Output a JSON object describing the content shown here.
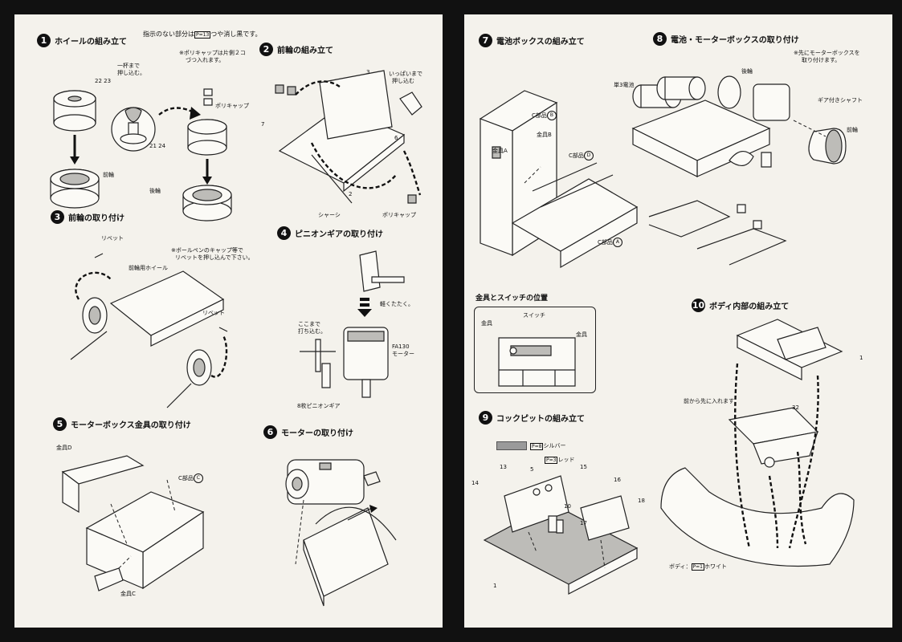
{
  "left_page": {
    "step1": {
      "number": "1",
      "title": "ホイールの組み立て"
    },
    "note_unspecified_prefix": "指示のない部分は",
    "note_unspecified_code": "P=13",
    "note_unspecified_suffix": "つや消し黒です。",
    "step1_labels": {
      "push_line1": "一杯まで",
      "push_line2": "押し込む。",
      "polycap_note1": "※ポリキャップは片側２コ",
      "polycap_note2": "づつ入れます。",
      "polycap": "ポリキャップ",
      "parts_front": "22 23",
      "parts_rear": "21 24",
      "front_wheel": "前輪",
      "rear_wheel": "後輪"
    },
    "step2": {
      "number": "2",
      "title": "前輪の組み立て"
    },
    "step2_labels": {
      "p3": "3",
      "p7": "7",
      "p6": "6",
      "p2": "2",
      "full_push1": "いっぱいまで",
      "full_push2": "押し込む",
      "chassis": "シャーシ",
      "polycap": "ポリキャップ"
    },
    "step3": {
      "number": "3",
      "title": "前輪の取り付け"
    },
    "step3_labels": {
      "rivet1": "リベット",
      "pen_note1": "※ボールペンのキャップ等で",
      "pen_note2": "リベットを押し込んで下さい。",
      "front_wheel_hub": "前輪用ホイール",
      "rivet2": "リベット"
    },
    "step4": {
      "number": "4",
      "title": "ピニオンギアの取り付け"
    },
    "step4_labels": {
      "tap": "軽くたたく。",
      "drive1": "ここまで",
      "drive2": "打ち込む。",
      "motor1": "FA130",
      "motor2": "モーター",
      "pinion": "8枚ピニオンギア"
    },
    "step5": {
      "number": "5",
      "title": "モーターボックス金具の取り付け"
    },
    "step5_labels": {
      "fitting_d": "金具D",
      "c_part": "C部品",
      "c_letter": "C",
      "fitting_c": "金具C"
    },
    "step6": {
      "number": "6",
      "title": "モーターの取り付け"
    }
  },
  "right_page": {
    "step7": {
      "number": "7",
      "title": "電池ボックスの組み立て"
    },
    "step7_labels": {
      "c_part_b": "C部品",
      "b": "B",
      "fitting_a": "金具A",
      "fitting_b": "金具B",
      "c_part_d": "C部品",
      "d": "D",
      "c_part_a": "C部品",
      "a": "A"
    },
    "inset": {
      "title": "金具とスイッチの位置",
      "switch": "スイッチ",
      "fitting_l": "金具",
      "fitting_r": "金具"
    },
    "step8": {
      "number": "8",
      "title": "電池・モーターボックスの取り付け"
    },
    "step8_labels": {
      "note1": "※先にモーターボックスを",
      "note2": "取り付けます。",
      "rear_wheel": "後輪",
      "battery": "単3電池",
      "geared_shaft": "ギア付きシャフト",
      "front_wheel": "前輪"
    },
    "step9": {
      "number": "9",
      "title": "コックピットの組み立て"
    },
    "step9_labels": {
      "silver_code": "P=8",
      "silver": "シルバー",
      "red_code": "P=3",
      "red": "レッド",
      "p13": "13",
      "p5": "5",
      "p15": "15",
      "p14": "14",
      "p10": "10",
      "p16": "16",
      "p17": "17",
      "p18": "18",
      "p1": "1"
    },
    "step10": {
      "number": "10",
      "title": "ボディ内部の組み立て"
    },
    "step10_labels": {
      "p1": "1",
      "insert_front": "前から先に入れます",
      "p32": "32",
      "body_prefix": "ボディ：",
      "body_code": "P=1",
      "body_color": "ホワイト"
    }
  },
  "colors": {
    "paper": "#f4f2ec",
    "background": "#111111",
    "ink": "#111111",
    "silver_swatch": "#9a9a9a"
  }
}
